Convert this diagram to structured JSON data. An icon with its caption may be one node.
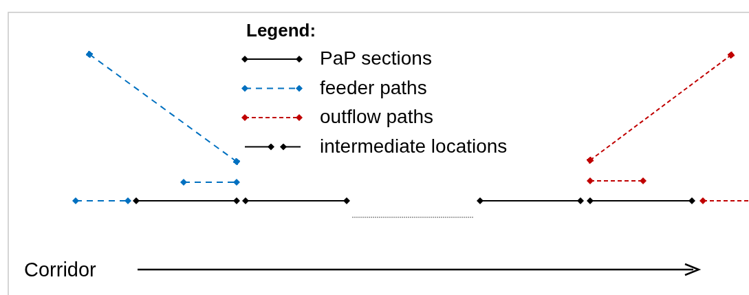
{
  "diagram": {
    "labels": [
      "Legend:",
      "Corridor"
    ],
    "legend": [
      {
        "text": "PaP sections"
      },
      {
        "text": "feeder paths"
      },
      {
        "text": "outflow paths"
      },
      {
        "text": "intermediate locations"
      }
    ]
  }
}
